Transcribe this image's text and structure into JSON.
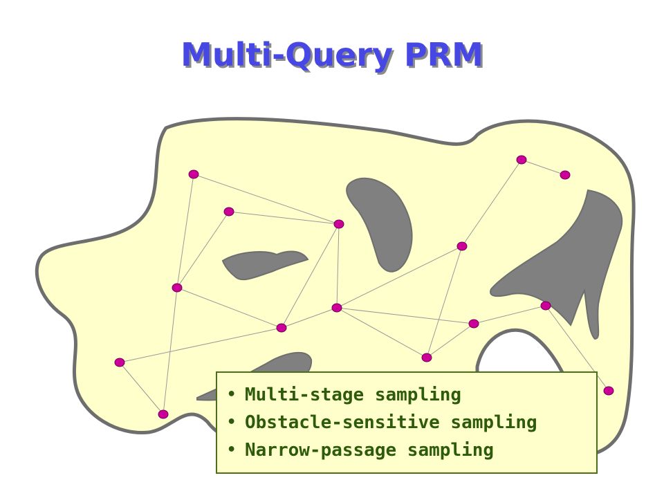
{
  "slide": {
    "title": "Multi-Query PRM",
    "bullets": [
      "Multi-stage sampling",
      "Obstacle-sensitive sampling",
      "Narrow-passage sampling"
    ]
  },
  "colors": {
    "title": "#4747e6",
    "free_space_fill": "#ffffcc",
    "space_outline": "#6e6e6e",
    "obstacle_fill": "#808080",
    "node_fill": "#cc0099",
    "edge": "#999999",
    "bullet_text": "#2d5a0b"
  }
}
